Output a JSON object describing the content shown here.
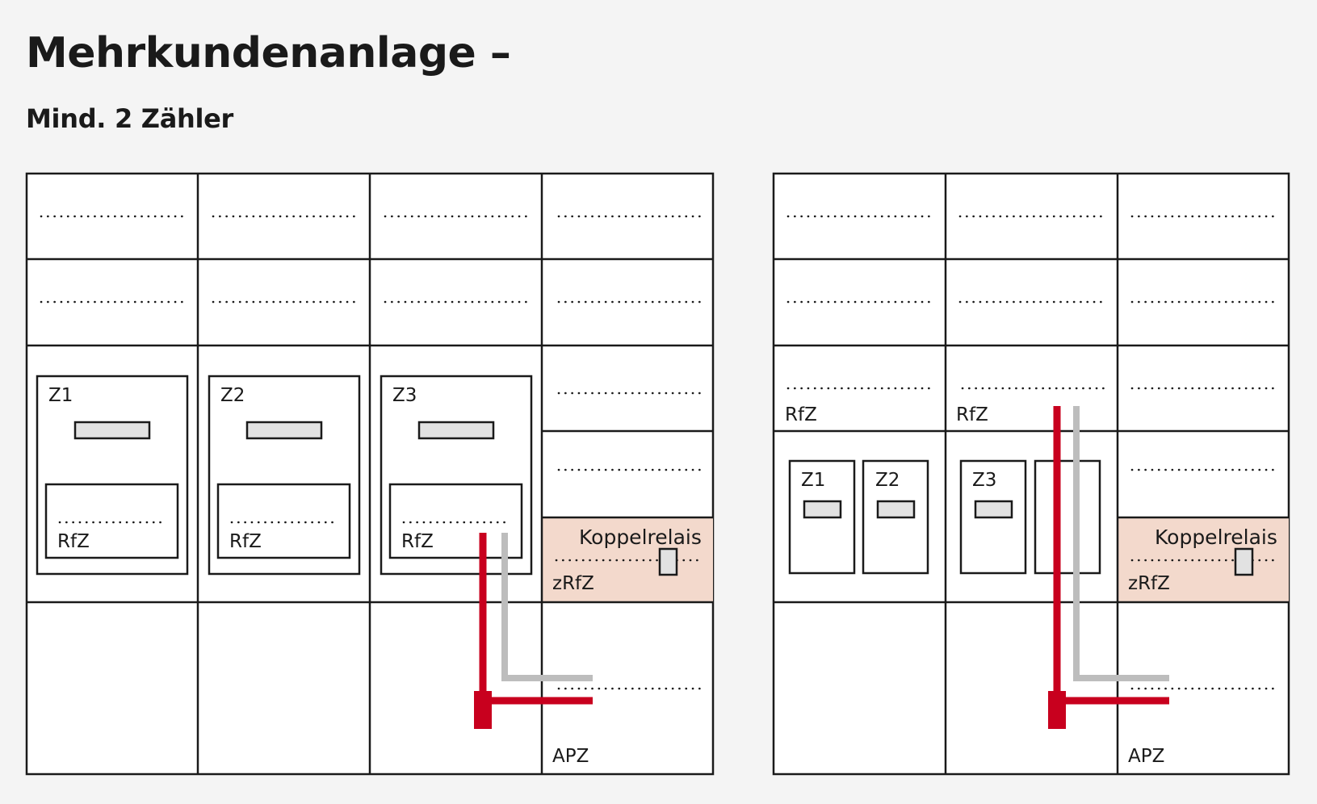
{
  "header": {
    "title": "Mehrkundenanlage –",
    "subtitle": "Mind. 2 Zähler"
  },
  "colors": {
    "background": "#f4f4f4",
    "grid_line": "#1a1a1a",
    "cabinet_fill": "#ffffff",
    "display_fill": "#e2e2e2",
    "highlight_fill": "#f3d9cc",
    "red_wire": "#c8001e",
    "grey_wire": "#bdbdbd"
  },
  "left_cabinet": {
    "meters": [
      {
        "label": "Z1",
        "rfz_label": "RfZ"
      },
      {
        "label": "Z2",
        "rfz_label": "RfZ"
      },
      {
        "label": "Z3",
        "rfz_label": "RfZ"
      }
    ],
    "coupling_relay_label": "Koppelrelais",
    "zrfz_label": "zRfZ",
    "apz_label": "APZ"
  },
  "right_cabinet": {
    "rfz_labels": [
      "RfZ",
      "RfZ"
    ],
    "meters": [
      {
        "label": "Z1"
      },
      {
        "label": "Z2"
      },
      {
        "label": "Z3"
      }
    ],
    "coupling_relay_label": "Koppelrelais",
    "zrfz_label": "zRfZ",
    "apz_label": "APZ"
  }
}
